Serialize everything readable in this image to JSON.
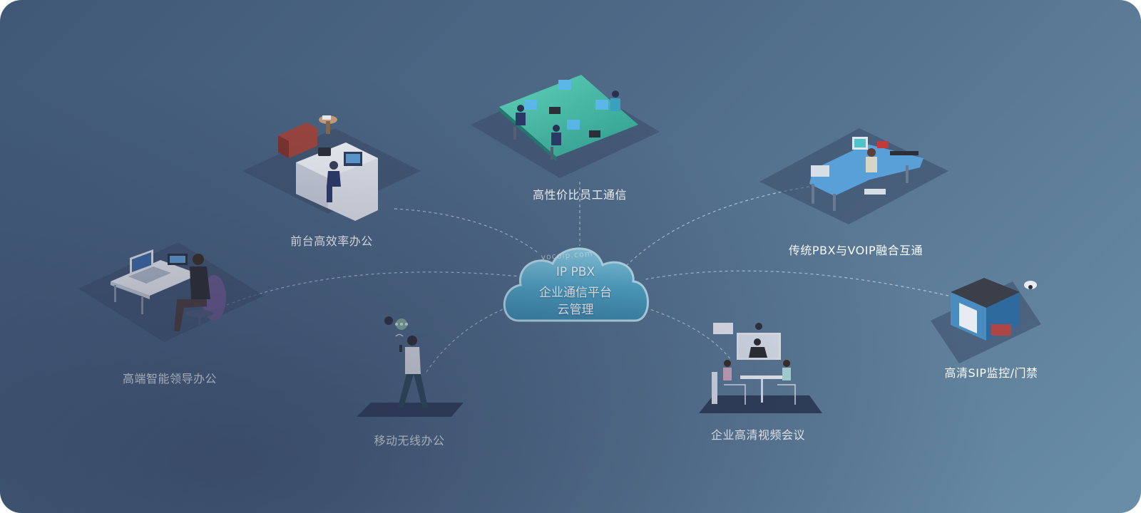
{
  "center": {
    "watermark": "vocoip.com",
    "line1": "IP PBX",
    "line2": "企业通信平台",
    "line3": "云管理"
  },
  "scenes": {
    "reception": "前台高效率办公",
    "staff": "高性价比员工通信",
    "pbx_voip": "传统PBX与VOIP融合互通",
    "executive": "高端智能领导办公",
    "mobile": "移动无线办公",
    "video_conf": "企业高清视频会议",
    "surveillance": "高清SIP监控/门禁"
  },
  "colors": {
    "cloud": "#5fb7d4",
    "cloud_edge": "#bfe6f2",
    "connector": "#c8d6e2",
    "platform": "#3a4b66"
  }
}
